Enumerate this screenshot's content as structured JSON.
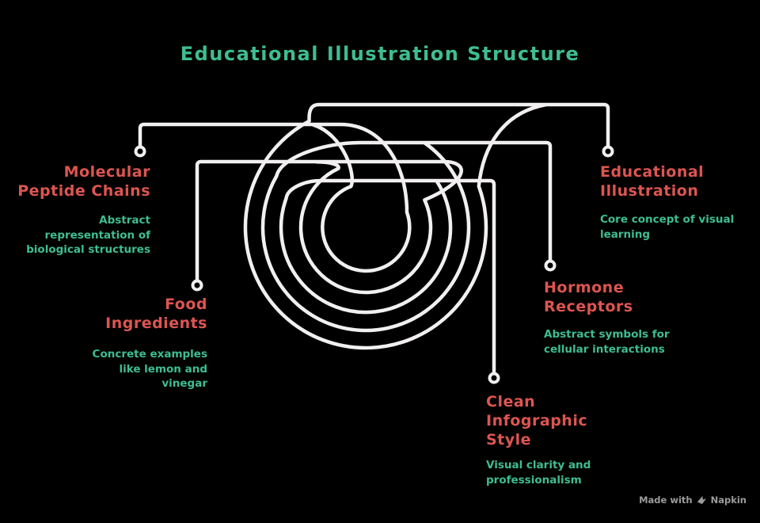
{
  "title": "Educational Illustration Structure",
  "nodes": [
    {
      "id": "molecular-peptide-chains",
      "title": "Molecular\nPeptide Chains",
      "subtitle": "Abstract\nrepresentation of\nbiological structures"
    },
    {
      "id": "food-ingredients",
      "title": "Food\nIngredients",
      "subtitle": "Concrete examples\nlike lemon and\nvinegar"
    },
    {
      "id": "educational-illustration",
      "title": "Educational\nIllustration",
      "subtitle": "Core concept of visual\nlearning"
    },
    {
      "id": "hormone-receptors",
      "title": "Hormone\nReceptors",
      "subtitle": "Abstract symbols for\ncellular interactions"
    },
    {
      "id": "clean-infographic-style",
      "title": "Clean\nInfographic\nStyle",
      "subtitle": "Visual clarity and\nprofessionalism"
    }
  ],
  "watermark": {
    "prefix": "Made with",
    "brand": "Napkin"
  },
  "colors": {
    "title_green": "#3ebd92",
    "node_title_red": "#dd5551",
    "node_subtitle_green": "#3ebd92",
    "line_white": "#f1efef",
    "watermark_gray": "#9b9b9b",
    "background": "#000000"
  }
}
